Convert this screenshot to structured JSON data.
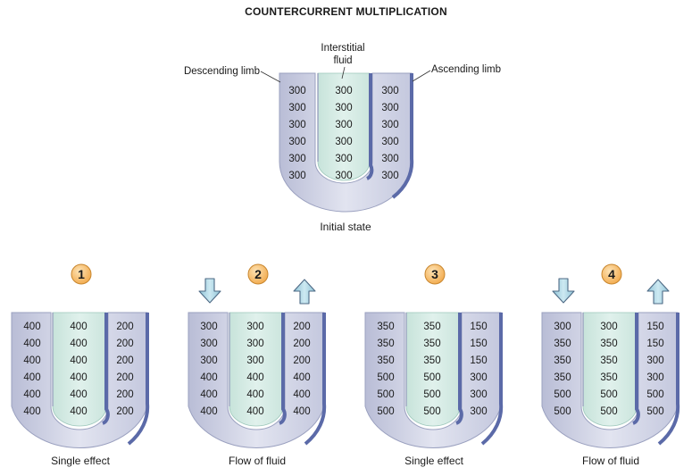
{
  "title": "COUNTERCURRENT MULTIPLICATION",
  "initial": {
    "labels": {
      "interstitial": [
        "Interstitial",
        "fluid"
      ],
      "descending": "Descending limb",
      "ascending": "Ascending limb",
      "caption": "Initial state"
    },
    "descending": [
      "300",
      "300",
      "300",
      "300",
      "300",
      "300"
    ],
    "interstitial_values": [
      "300",
      "300",
      "300",
      "300",
      "300",
      "300"
    ],
    "ascending": [
      "300",
      "300",
      "300",
      "300",
      "300",
      "300"
    ]
  },
  "steps": [
    {
      "number": "1",
      "caption": "Single effect",
      "arrows": false,
      "descending": [
        "400",
        "400",
        "400",
        "400",
        "400",
        "400"
      ],
      "interstitial_values": [
        "400",
        "400",
        "400",
        "400",
        "400",
        "400"
      ],
      "ascending": [
        "200",
        "200",
        "200",
        "200",
        "200",
        "200"
      ]
    },
    {
      "number": "2",
      "caption": "Flow of fluid",
      "arrows": true,
      "descending": [
        "300",
        "300",
        "300",
        "400",
        "400",
        "400"
      ],
      "interstitial_values": [
        "300",
        "300",
        "300",
        "400",
        "400",
        "400"
      ],
      "ascending": [
        "200",
        "200",
        "200",
        "400",
        "400",
        "400"
      ]
    },
    {
      "number": "3",
      "caption": "Single effect",
      "arrows": false,
      "descending": [
        "350",
        "350",
        "350",
        "500",
        "500",
        "500"
      ],
      "interstitial_values": [
        "350",
        "350",
        "350",
        "500",
        "500",
        "500"
      ],
      "ascending": [
        "150",
        "150",
        "150",
        "300",
        "300",
        "300"
      ]
    },
    {
      "number": "4",
      "caption": "Flow of fluid",
      "arrows": true,
      "descending": [
        "300",
        "350",
        "350",
        "350",
        "500",
        "500"
      ],
      "interstitial_values": [
        "300",
        "350",
        "350",
        "350",
        "500",
        "500"
      ],
      "ascending": [
        "150",
        "150",
        "300",
        "300",
        "500",
        "500"
      ]
    }
  ],
  "colors": {
    "tube_fill": "#d3d6e8",
    "interstitial_fill": "#d7ece6",
    "tube_edge": "#5b6aa8",
    "badge_fill": "#f7c176",
    "badge_edge": "#c8862e",
    "arrow_fill": "#a9d3e1",
    "arrow_edge": "#4e6a85"
  },
  "icons": {
    "down_arrow": "down-arrow-icon",
    "up_arrow": "up-arrow-icon"
  }
}
